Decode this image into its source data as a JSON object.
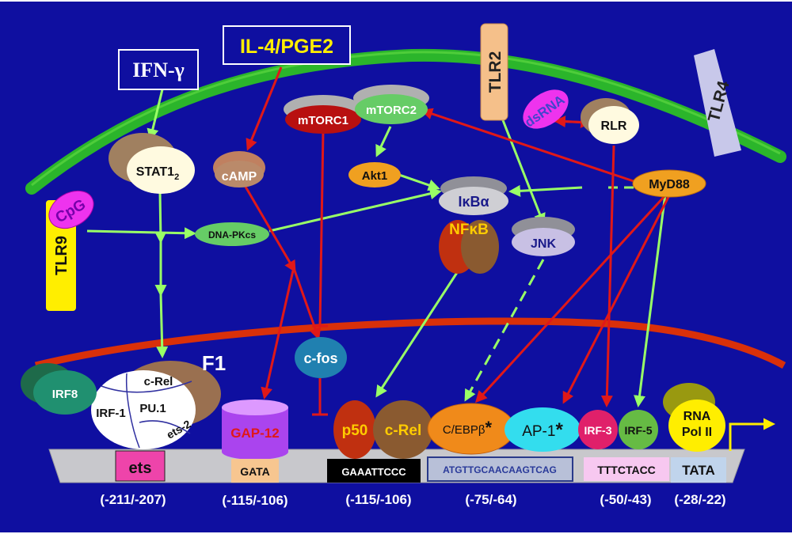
{
  "colors": {
    "background": "#0f0fa0",
    "membrane": "#2bb52b",
    "nucleus": "#d9300a",
    "activate": "#99ff66",
    "inhibit": "#e01818",
    "dna": "#c8c8cc"
  },
  "receptors": {
    "ifn": "IFN-γ",
    "il4": "IL-4/PGE2",
    "tlr2": "TLR2",
    "tlr4": "TLR4",
    "tlr9": "TLR9",
    "cpg": "CpG",
    "dsrna": "dsRNA"
  },
  "signaling": {
    "stat1": "STAT1",
    "stat1_sub": "2",
    "camp": "cAMP",
    "mtorc1": "mTORC1",
    "mtorc2": "mTORC2",
    "akt1": "Akt1",
    "ikba": "IκBα",
    "nfkb": "NFκB",
    "jnk": "JNK",
    "rlr": "RLR",
    "myd88": "MyD88",
    "dnapk": "DNA-PKcs",
    "cfos": "c-fos"
  },
  "complex_f1": {
    "label": "F1",
    "crel": "c-Rel",
    "irf1": "IRF-1",
    "pu1": "PU.1",
    "ets2": "ets-2",
    "irf8": "IRF8"
  },
  "factors": {
    "gap12": "GAP-12",
    "p50": "p50",
    "crel": "c-Rel",
    "cebpb": "C/EBPβ",
    "cebpb_star": "*",
    "ap1": "AP-1",
    "ap1_star": "*",
    "irf3": "IRF-3",
    "irf5": "IRF-5",
    "rnapol_line1": "RNA",
    "rnapol_line2": "Pol II"
  },
  "promoter": {
    "ets": "ets",
    "gata": "GATA",
    "nfkb_site": "GAAATTCCC",
    "cebp_site": "ATGTTGCAACAAGTCAG",
    "irf_site": "TTTCTACC",
    "tata": "TATA",
    "pos1": "(-211/-207)",
    "pos2": "(-115/-106)",
    "pos3": "(-115/-106)",
    "pos4": "(-75/-64)",
    "pos5": "(-50/-43)",
    "pos6": "(-28/-22)"
  }
}
